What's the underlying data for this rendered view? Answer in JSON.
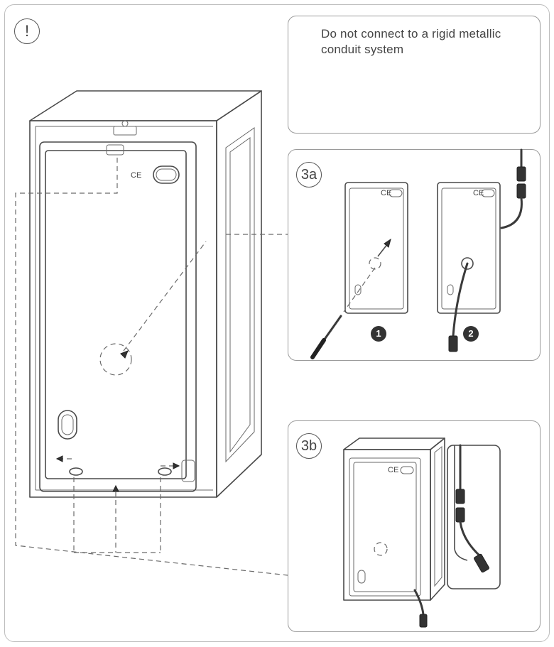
{
  "note": {
    "text": "Do not connect to a rigid metallic conduit system",
    "icon": "exclamation-icon"
  },
  "badges": {
    "warning": "!",
    "step_3a": "3a",
    "step_3b": "3b",
    "sub_1": "1",
    "sub_2": "2"
  },
  "marks": {
    "ce": "CE"
  }
}
